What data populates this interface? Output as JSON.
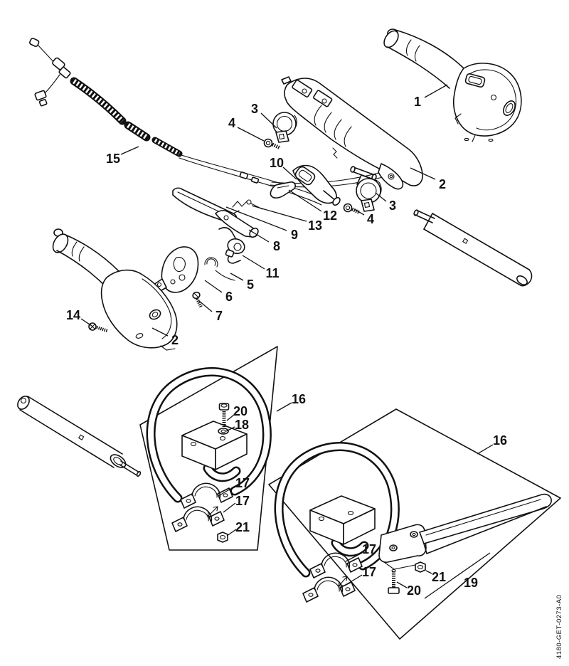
{
  "page": {
    "background_color": "#ffffff",
    "line_color": "#111111"
  },
  "drawing": {
    "doc_number": "4180-GET-0273-A0",
    "callouts": [
      {
        "label": "1"
      },
      {
        "label": "2"
      },
      {
        "label": "3"
      },
      {
        "label": "4"
      },
      {
        "label": "10"
      },
      {
        "label": "12"
      },
      {
        "label": "13"
      },
      {
        "label": "9"
      },
      {
        "label": "8"
      },
      {
        "label": "11"
      },
      {
        "label": "5"
      },
      {
        "label": "6"
      },
      {
        "label": "7"
      },
      {
        "label": "15"
      },
      {
        "label": "14"
      },
      {
        "label": "2"
      },
      {
        "label": "3"
      },
      {
        "label": "4"
      },
      {
        "label": "16"
      },
      {
        "label": "20"
      },
      {
        "label": "18"
      },
      {
        "label": "17"
      },
      {
        "label": "17"
      },
      {
        "label": "21"
      },
      {
        "label": "16"
      },
      {
        "label": "17"
      },
      {
        "label": "17"
      },
      {
        "label": "20"
      },
      {
        "label": "21"
      },
      {
        "label": "19"
      }
    ]
  }
}
